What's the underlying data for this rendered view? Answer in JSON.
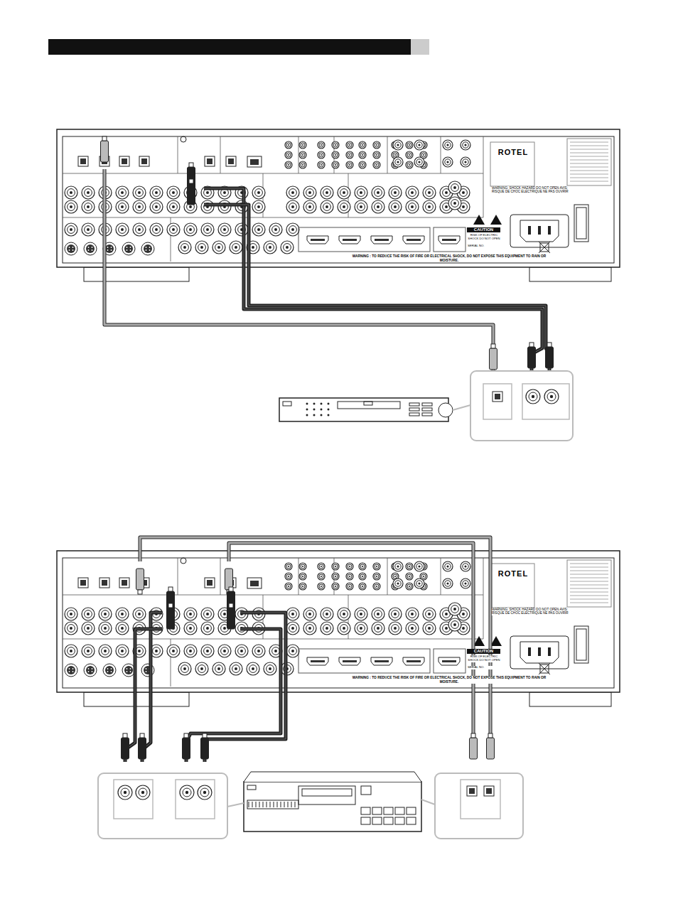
{
  "diagram": {
    "nodes": [
      {
        "text": [
          "ROTEL",
          "WARNING: SHOCK HAZARD DO NOT OPEN AVIS: RISQUE DE CHOC ELECTRIQUE NE PAS OUVRIR",
          "CAUTION",
          "RISK OF ELECTRIC SHOCK DO NOT OPEN",
          "SERIAL NO.",
          "WARNING : TO REDUCE THE RISK OF FIRE OR ELECTRICAL SHOCK, DO NOT EXPOSE THIS EQUIPMENT TO RAIN OR MOISTURE."
        ]
      },
      {
        "text": [
          "ROTEL",
          "WARNING: SHOCK HAZARD DO NOT OPEN AVIS: RISQUE DE CHOC ELECTRIQUE NE PAS OUVRIR",
          "CAUTION",
          "RISK OF ELECTRIC SHOCK DO NOT OPEN",
          "SERIAL NO.",
          "WARNING : TO REDUCE THE RISK OF FIRE OR ELECTRICAL SHOCK, DO NOT EXPOSE THIS EQUIPMENT TO RAIN OR MOISTURE."
        ]
      }
    ]
  }
}
